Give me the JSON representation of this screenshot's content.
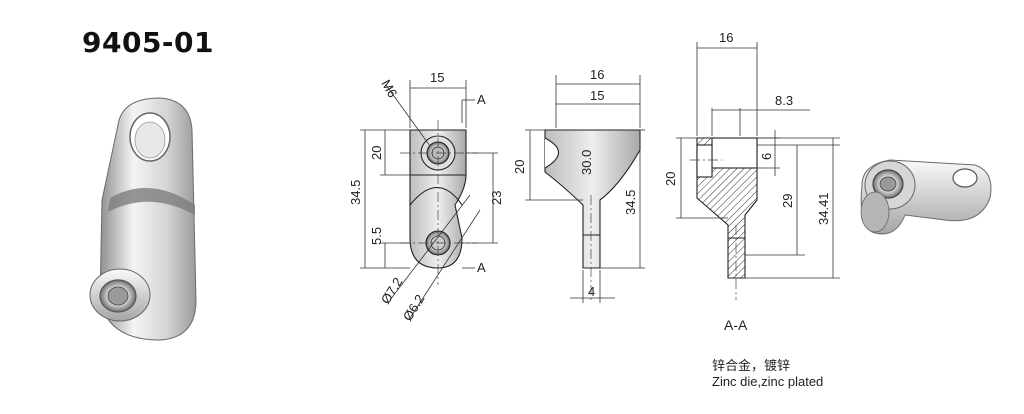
{
  "part_number": "9405-01",
  "material": {
    "chinese": "锌合金，镀锌",
    "english": "Zinc die,zinc plated"
  },
  "front_view": {
    "thread_label": "M6",
    "width_label": "15",
    "section_mark_top": "A",
    "section_mark_bottom": "A",
    "overall_height": "34.5",
    "upper_height": "20",
    "hole_center_distance": "23",
    "lower_offset": "5.5",
    "bore_large": "Ø7.2",
    "bore_small": "Ø6.2"
  },
  "side_view": {
    "overall_width": "16",
    "inner_width": "15",
    "upper_height": "20",
    "bevel_angle": "30.0",
    "overall_height": "34.5",
    "tab_thickness": "4"
  },
  "section_view": {
    "overall_width": "16",
    "counterbore_width": "8.3",
    "counterbore_depth": "6",
    "upper_height": "20",
    "hole_depth": "29",
    "overall_height": "34.41",
    "label": "A-A"
  },
  "colors": {
    "line": "#222222",
    "metal_light": "#f2f2f2",
    "metal_dark": "#8a8a8a",
    "section_hatch": "#333333"
  }
}
